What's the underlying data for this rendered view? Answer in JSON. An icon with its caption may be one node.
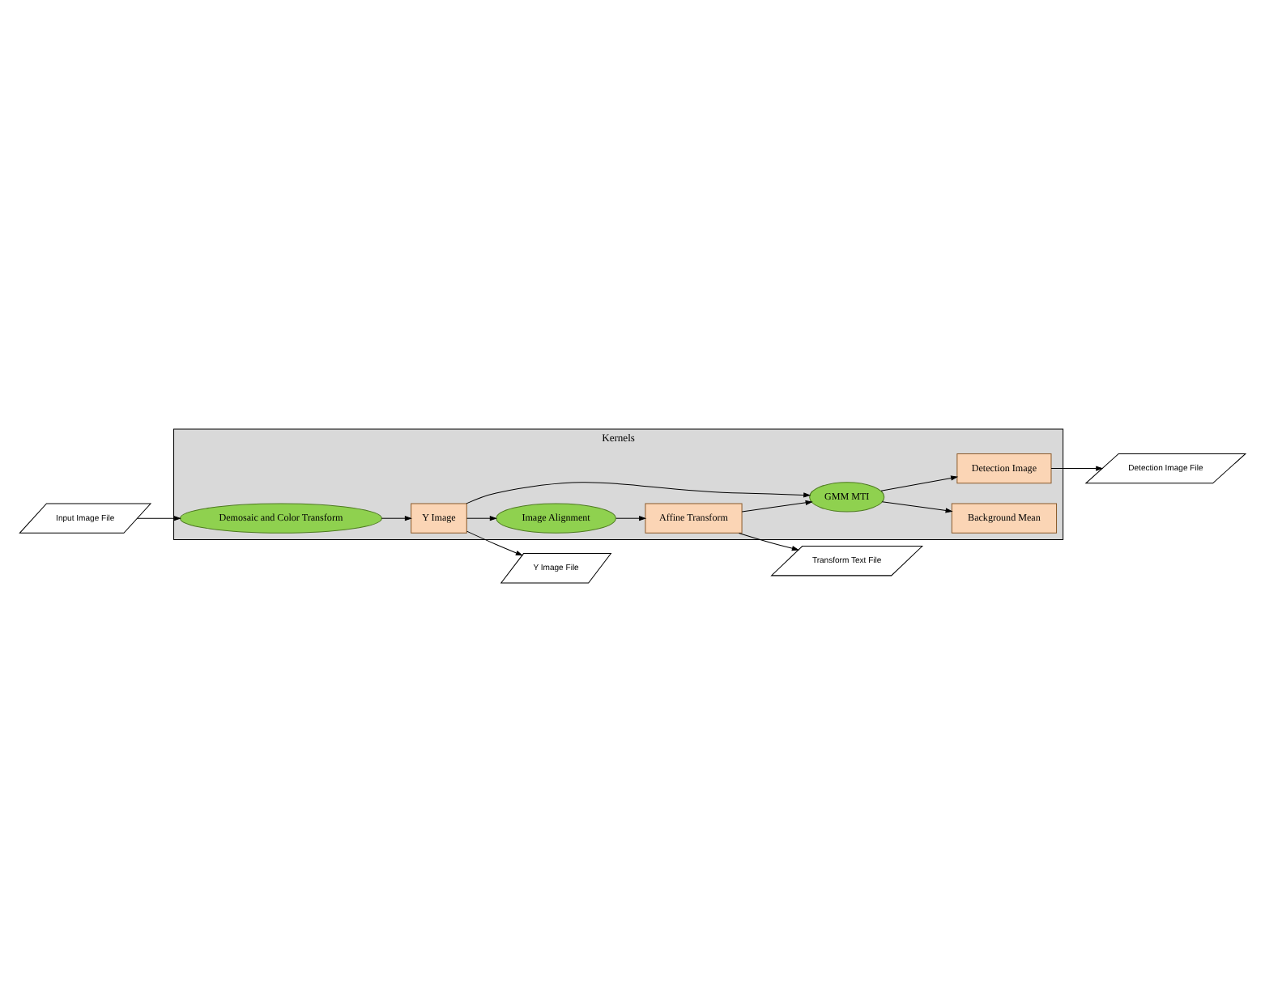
{
  "diagram": {
    "nodes": [
      {
        "text": [
          "Kernels"
        ]
      },
      {
        "text": [
          "Input Image File"
        ]
      },
      {
        "text": [
          "Demosaic and Color Transform"
        ],
        "in": 0
      },
      {
        "text": [
          "Y Image"
        ],
        "in": 0
      },
      {
        "text": [
          "Image Alignment"
        ],
        "in": 0
      },
      {
        "text": [
          "Affine Transform"
        ],
        "in": 0
      },
      {
        "text": [
          "GMM MTI"
        ],
        "in": 0
      },
      {
        "text": [
          "Background Mean"
        ],
        "in": 0
      },
      {
        "text": [
          "Detection Image"
        ],
        "in": 0
      },
      {
        "text": [
          "Y Image File"
        ]
      },
      {
        "text": [
          "Transform Text File"
        ]
      },
      {
        "text": [
          "Detection Image File"
        ]
      }
    ],
    "edges": [
      {
        "from": 1,
        "to": 2,
        "arrow": "to"
      },
      {
        "from": 2,
        "to": 3,
        "arrow": "to"
      },
      {
        "from": 3,
        "to": 9,
        "arrow": "to"
      },
      {
        "from": 3,
        "to": 4,
        "arrow": "to"
      },
      {
        "from": 3,
        "to": 6,
        "arrow": "to"
      },
      {
        "from": 4,
        "to": 5,
        "arrow": "to"
      },
      {
        "from": 5,
        "to": 10,
        "arrow": "to"
      },
      {
        "from": 5,
        "to": 6,
        "arrow": "to"
      },
      {
        "from": 6,
        "to": 7,
        "arrow": "to"
      },
      {
        "from": 6,
        "to": 8,
        "arrow": "to"
      },
      {
        "from": 8,
        "to": 11,
        "arrow": "to"
      }
    ]
  }
}
